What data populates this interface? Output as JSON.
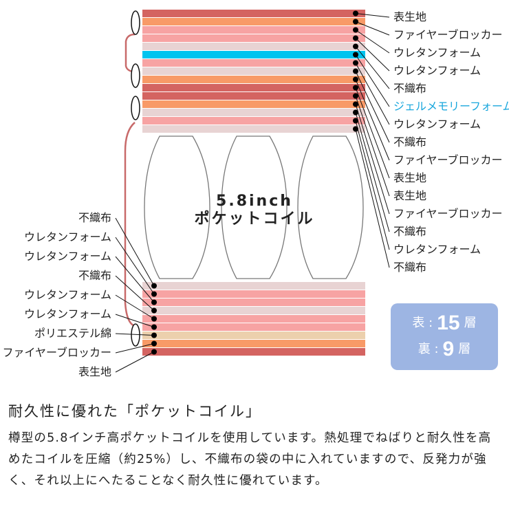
{
  "colors": {
    "outer_fabric": "#d46461",
    "fire_blocker": "#f89a67",
    "urethane": "#f7a3a3",
    "nonwoven": "#e8d3d3",
    "gel_memory": "#00c4ef",
    "polyester": "#ecd0ad",
    "badge": "#9db5e3"
  },
  "top_layers": [
    {
      "label": "表生地",
      "type": "outer_fabric"
    },
    {
      "label": "ファイヤーブロッカー",
      "type": "fire_blocker"
    },
    {
      "label": "ウレタンフォーム",
      "type": "urethane"
    },
    {
      "label": "ウレタンフォーム",
      "type": "urethane"
    },
    {
      "label": "不織布",
      "type": "nonwoven"
    },
    {
      "label": "ジェルメモリーフォーム",
      "type": "gel_memory"
    },
    {
      "label": "ウレタンフォーム",
      "type": "urethane"
    },
    {
      "label": "不織布",
      "type": "nonwoven"
    },
    {
      "label": "ファイヤーブロッカー",
      "type": "fire_blocker"
    },
    {
      "label": "表生地",
      "type": "outer_fabric"
    },
    {
      "label": "表生地",
      "type": "outer_fabric"
    },
    {
      "label": "ファイヤーブロッカー",
      "type": "fire_blocker"
    },
    {
      "label": "不織布",
      "type": "nonwoven"
    },
    {
      "label": "ウレタンフォーム",
      "type": "urethane"
    },
    {
      "label": "不織布",
      "type": "nonwoven"
    }
  ],
  "bottom_layers": [
    {
      "label": "不織布",
      "type": "nonwoven"
    },
    {
      "label": "ウレタンフォーム",
      "type": "urethane"
    },
    {
      "label": "ウレタンフォーム",
      "type": "urethane"
    },
    {
      "label": "不織布",
      "type": "nonwoven"
    },
    {
      "label": "ウレタンフォーム",
      "type": "urethane"
    },
    {
      "label": "ウレタンフォーム",
      "type": "urethane"
    },
    {
      "label": "ポリエステル綿",
      "type": "polyester"
    },
    {
      "label": "ファイヤーブロッカー",
      "type": "fire_blocker"
    },
    {
      "label": "表生地",
      "type": "outer_fabric"
    }
  ],
  "coil": {
    "line1": "5.8inch",
    "line2": "ポケットコイル"
  },
  "badge": {
    "front_label": "表 :",
    "front_count": "15",
    "back_label": "裏 :",
    "back_count": "9",
    "unit": "層"
  },
  "heading": "耐久性に優れた「ポケットコイル」",
  "body": "樽型の5.8インチ高ポケットコイルを使用しています。熱処理でねばりと耐久性を高めたコイルを圧縮（約25%）し、不織布の袋の中に入れていますので、反発力が強く、それ以上にへたることなく耐久性に優れています。"
}
